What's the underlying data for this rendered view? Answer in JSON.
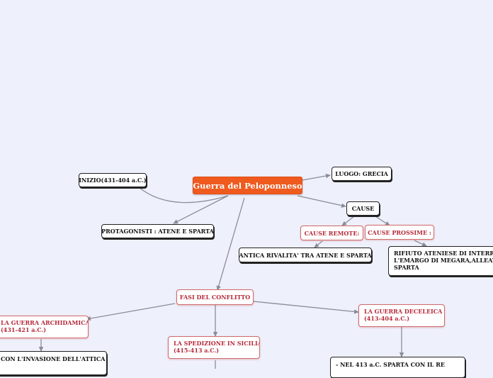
{
  "mindmap": {
    "root": "Guerra del Peloponneso",
    "inizio": "INIZIO(431-404 a.C.)",
    "luogo": "LUOGO: GRECIA",
    "protagonisti": "PROTAGONISTI : ATENE E SPARTA",
    "cause": "CAUSE",
    "cause_remote": "CAUSE REMOTE:",
    "cause_prossime": "CAUSE PROSSIME :",
    "antica_rivalita": "ANTICA RIVALITA' TRA ATENE E SPARTA",
    "rifiuto": [
      "RIFIUTO ATENIESE DI INTERROMPERE",
      "L'EMARGO DI MEGARA,ALLEATA DI",
      "SPARTA"
    ],
    "fasi": "FASI DEL CONFLITTO",
    "archidamica": [
      "LA GUERRA ARCHIDAMICA",
      "(431-421 a.C.)"
    ],
    "sicilia": [
      "LA SPEDIZIONE IN SICILIA",
      "(415-413 a.C.)"
    ],
    "deceleica": [
      "LA GUERRA DECELEICA",
      "(413-404 a.C.)"
    ],
    "invasione": "CON L'INVASIONE DELL'ATTICA",
    "nel413": "- NEL 413 a.C. SPARTA CON IL RE"
  },
  "colors": {
    "background": "#eef0fb",
    "root_fill": "#ef5a1f",
    "connector": "#8a8d99",
    "red_text": "#b52a3a"
  }
}
